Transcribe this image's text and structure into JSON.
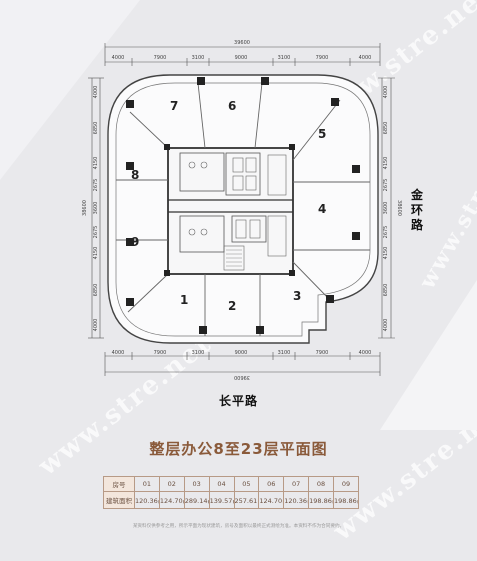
{
  "plan": {
    "top_dims": {
      "total": "39600",
      "segments": [
        "4000",
        "7900",
        "3100",
        "9000",
        "3100",
        "7900",
        "4000"
      ]
    },
    "bottom_dims": {
      "total": "39600",
      "segments": [
        "4000",
        "7900",
        "3100",
        "9000",
        "3100",
        "7900",
        "4000"
      ]
    },
    "left_dims": {
      "total": "38600",
      "segments": [
        "4000",
        "6850",
        "4150",
        "2675",
        "3600",
        "2675",
        "4150",
        "6850",
        "4000"
      ]
    },
    "right_dims": {
      "total": "38600",
      "segments": [
        "4000",
        "6850",
        "4150",
        "2675",
        "3600",
        "2675",
        "4150",
        "6850",
        "4000"
      ]
    },
    "units": [
      "1",
      "2",
      "3",
      "4",
      "5",
      "6",
      "7",
      "8",
      "9"
    ]
  },
  "roads": {
    "bottom": "长平路",
    "right": "金环路"
  },
  "title": "整层办公8至23层平面图",
  "table": {
    "row1_label": "房号",
    "row2_label": "建筑面积",
    "room_numbers": [
      "01",
      "02",
      "03",
      "04",
      "05",
      "06",
      "07",
      "08",
      "09"
    ],
    "areas": [
      "120.36㎡",
      "124.70㎡",
      "289.14㎡",
      "139.57㎡",
      "257.61㎡",
      "124.70㎡",
      "120.36㎡",
      "198.86㎡",
      "198.86㎡"
    ]
  },
  "note": "某资料仅供参考之用，所示平面为现状建筑，房号及面积以最终正式测绘为准。本资料不作为合同要约。",
  "watermarks": [
    "www.stre.net",
    "www.stre.net",
    "www.stre.net",
    "www.stre.net"
  ],
  "colors": {
    "background": "#e9e9ec",
    "title": "#8a5a3a",
    "table_border": "#b79a86",
    "table_head": "#f3e6dc"
  }
}
